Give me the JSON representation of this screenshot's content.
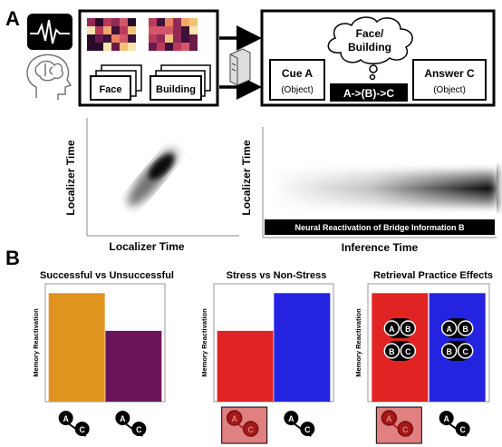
{
  "panel_a": {
    "label": "A",
    "stim_labels": [
      "Face",
      "Building"
    ],
    "cue": {
      "title": "Cue A",
      "sub": "(Object)"
    },
    "answer": {
      "title": "Answer C",
      "sub": "(Object)"
    },
    "thought_line1": "Face/",
    "thought_line2": "Building",
    "chain": "A->(B)->C",
    "plot1": {
      "xlabel": "Localizer Time",
      "ylabel": "Localizer Time"
    },
    "plot2": {
      "xlabel": "Inference Time",
      "ylabel": "Localizer Time",
      "banner": "Neural Reactivation of Bridge Information B"
    }
  },
  "panel_b": {
    "label": "B",
    "charts": [
      {
        "title": "Successful vs Unsuccessful",
        "ylabel": "Memory Reactivation",
        "bars": [
          {
            "value": 0.95,
            "color": "#e09420"
          },
          {
            "value": 0.62,
            "color": "#6b145c"
          }
        ]
      },
      {
        "title": "Stress vs Non-Stress",
        "ylabel": "Memory Reactivation",
        "bars": [
          {
            "value": 0.62,
            "color": "#e02424"
          },
          {
            "value": 0.95,
            "color": "#2424e0"
          }
        ]
      },
      {
        "title": "Retrieval Practice Effects",
        "ylabel": "Memory Reactivation",
        "bars": [
          {
            "value": 0.95,
            "color": "#e02424"
          },
          {
            "value": 0.95,
            "color": "#2424e0"
          }
        ]
      }
    ],
    "node_labels": {
      "a": "A",
      "b": "B",
      "c": "C"
    }
  }
}
